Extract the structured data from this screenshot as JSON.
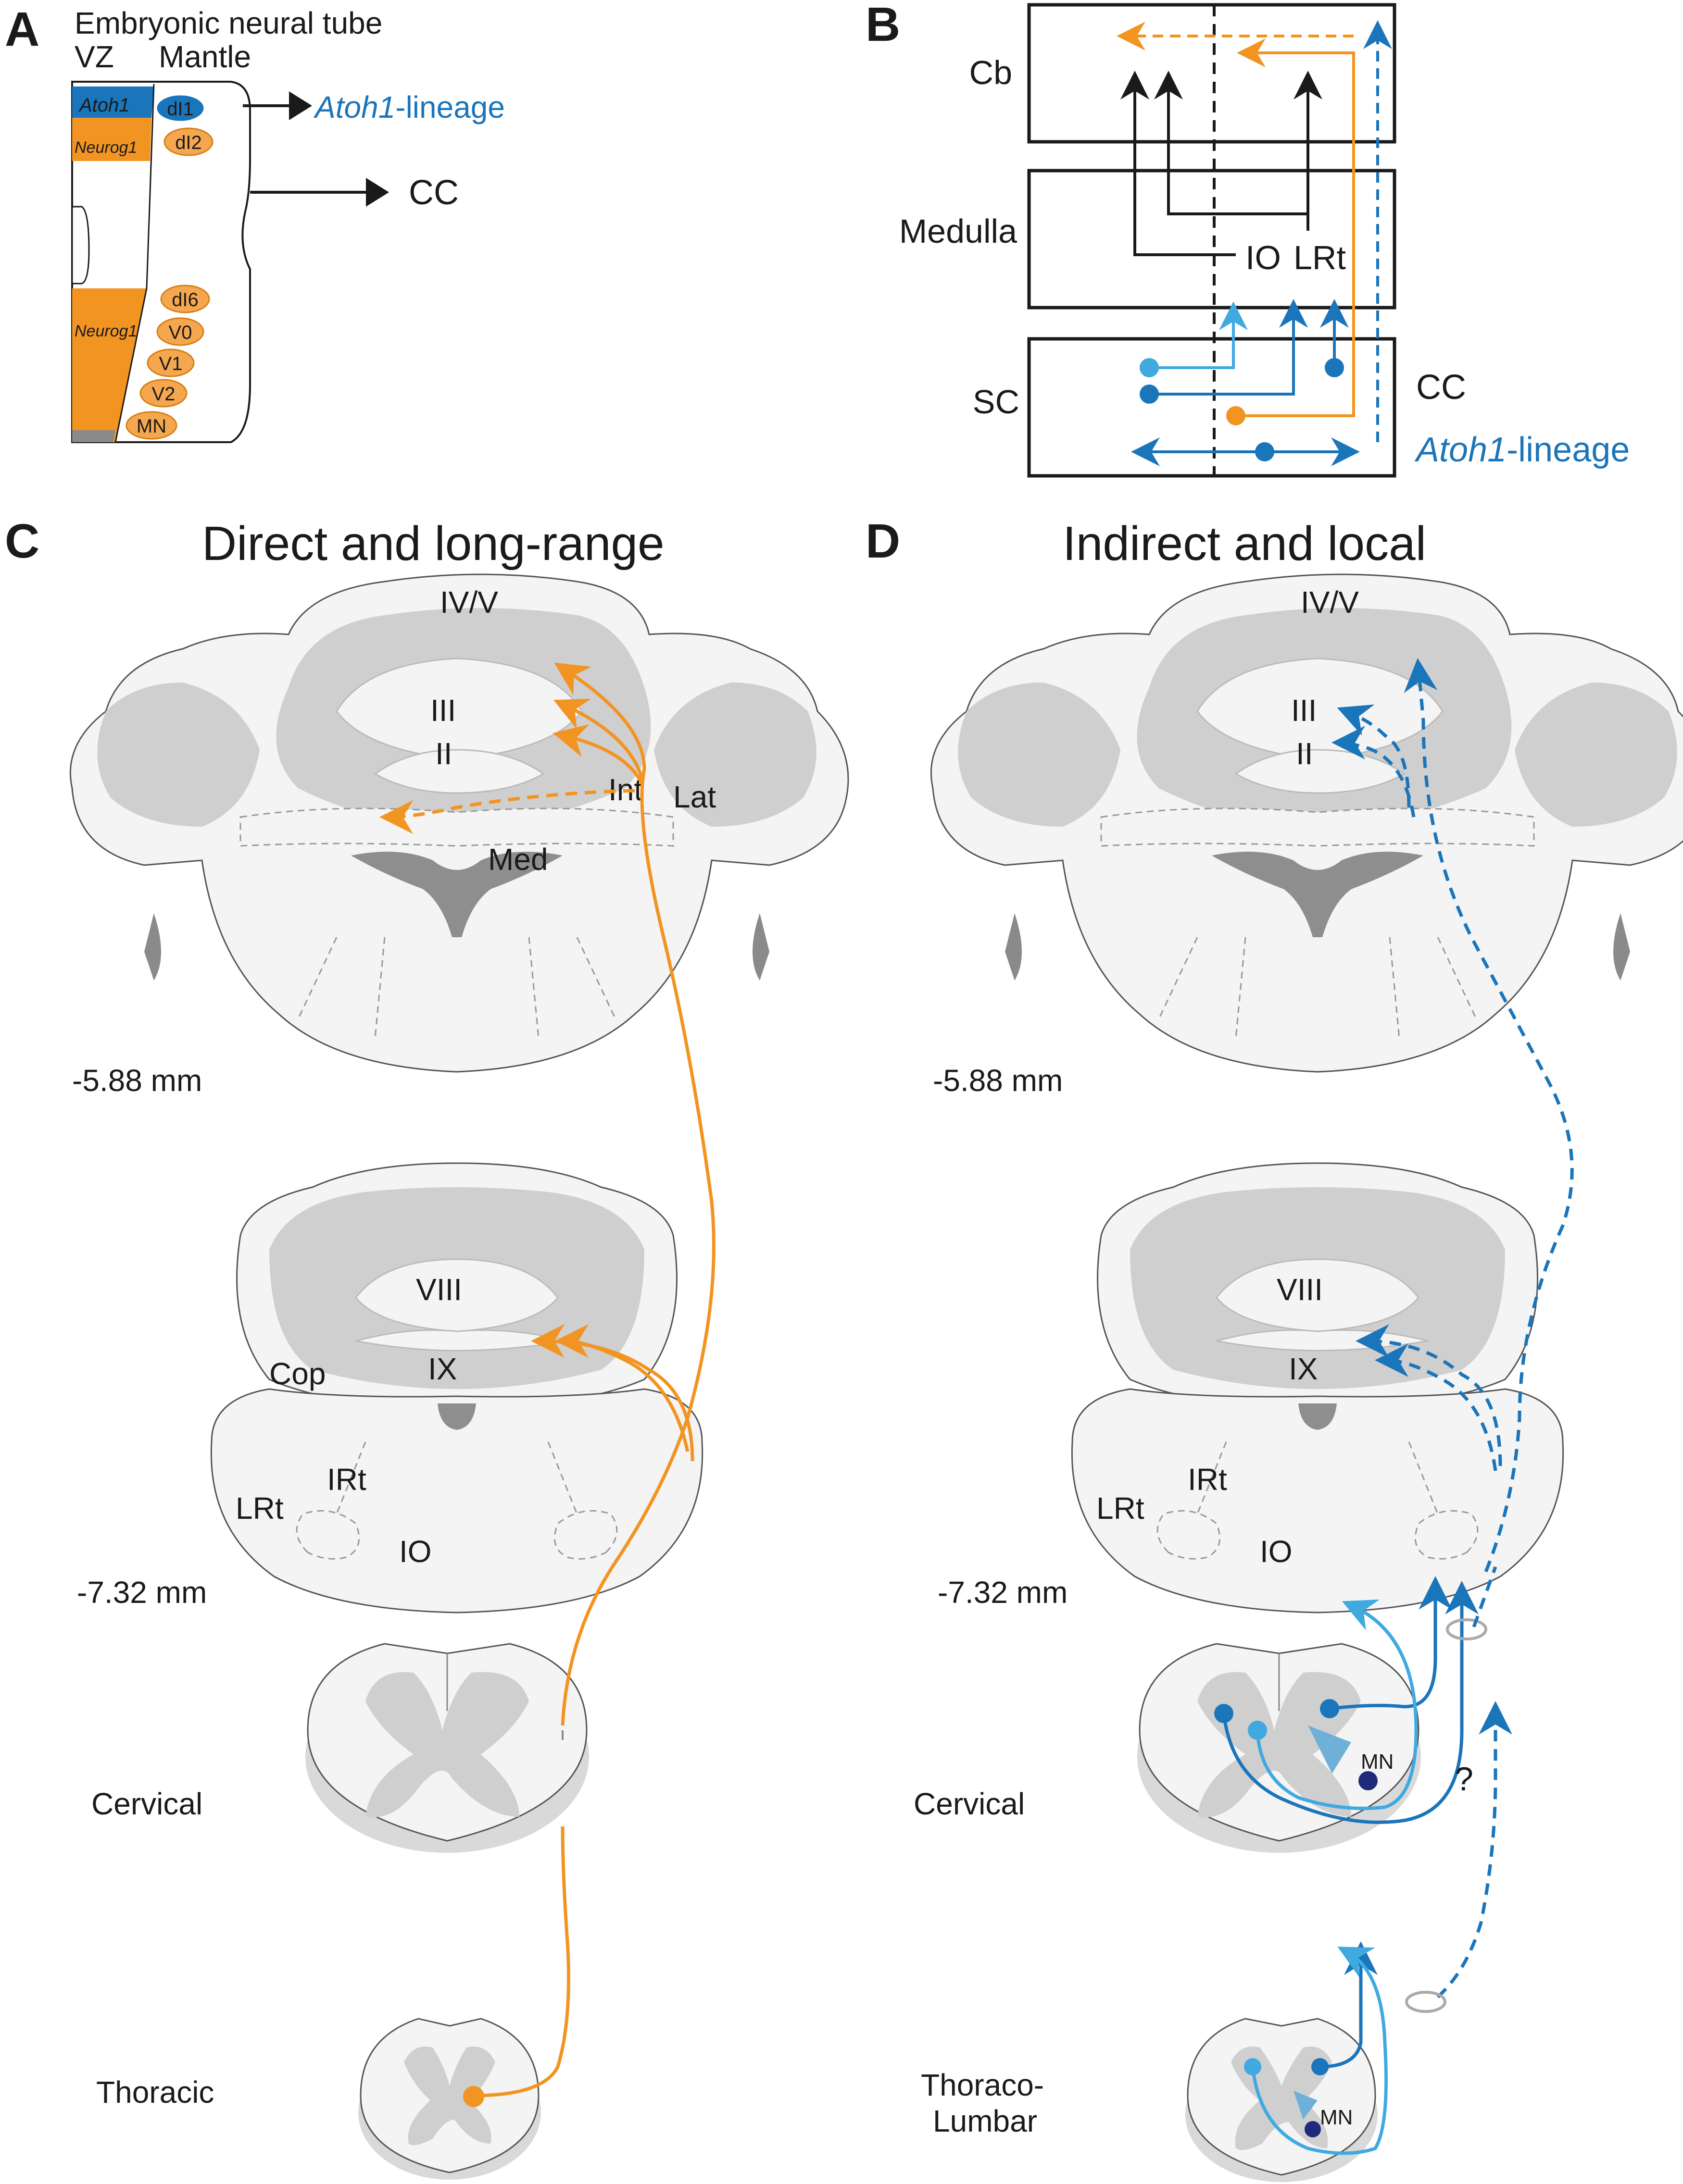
{
  "colors": {
    "orange": "#f29422",
    "blue": "#1b75bb",
    "light_blue": "#3fa9e0",
    "dark_blue": "#1f2a7a",
    "black": "#1a1a1a",
    "gray": "#d0d0d0"
  },
  "panel_a": {
    "letter": "A",
    "header": "Embryonic neural tube",
    "vz_label": "VZ",
    "mantle_label": "Mantle",
    "atoh1": "Atoh1",
    "neurog1_top": "Neurog1",
    "neurog1_bottom": "Neurog1",
    "cells": [
      "dI1",
      "dI2",
      "dI6",
      "V0",
      "V1",
      "V2",
      "MN"
    ],
    "atoh1_lineage": "Atoh1",
    "atoh1_lineage_suffix": "-lineage",
    "cc_label": "CC"
  },
  "panel_b": {
    "letter": "B",
    "regions": [
      "Cb",
      "Medulla",
      "SC"
    ],
    "io_label": "IO",
    "lrt_label": "LRt",
    "cc_label": "CC",
    "atoh1_lineage": "Atoh1",
    "atoh1_lineage_suffix": "-lineage"
  },
  "panel_c": {
    "letter": "C",
    "title": "Direct and long-range",
    "lobules_top": [
      "IV/V",
      "III",
      "II"
    ],
    "nuclei": [
      "Int",
      "Lat",
      "Med"
    ],
    "level_1": "-5.88 mm",
    "lobules_bottom": [
      "VIII",
      "IX"
    ],
    "cop_label": "Cop",
    "brainstem_labels": [
      "IRt",
      "LRt",
      "IO"
    ],
    "level_2": "-7.32 mm",
    "cervical": "Cervical",
    "thoracic": "Thoracic"
  },
  "panel_d": {
    "letter": "D",
    "title": "Indirect and local",
    "lobules_top": [
      "IV/V",
      "III",
      "II"
    ],
    "level_1": "-5.88 mm",
    "lobules_bottom": [
      "VIII",
      "IX"
    ],
    "brainstem_labels": [
      "IRt",
      "LRt",
      "IO"
    ],
    "level_2": "-7.32 mm",
    "cervical": "Cervical",
    "mn_label": "MN",
    "question": "?",
    "thoraco_lumbar_line1": "Thoraco-",
    "thoraco_lumbar_line2": "Lumbar",
    "mn_label_2": "MN"
  }
}
